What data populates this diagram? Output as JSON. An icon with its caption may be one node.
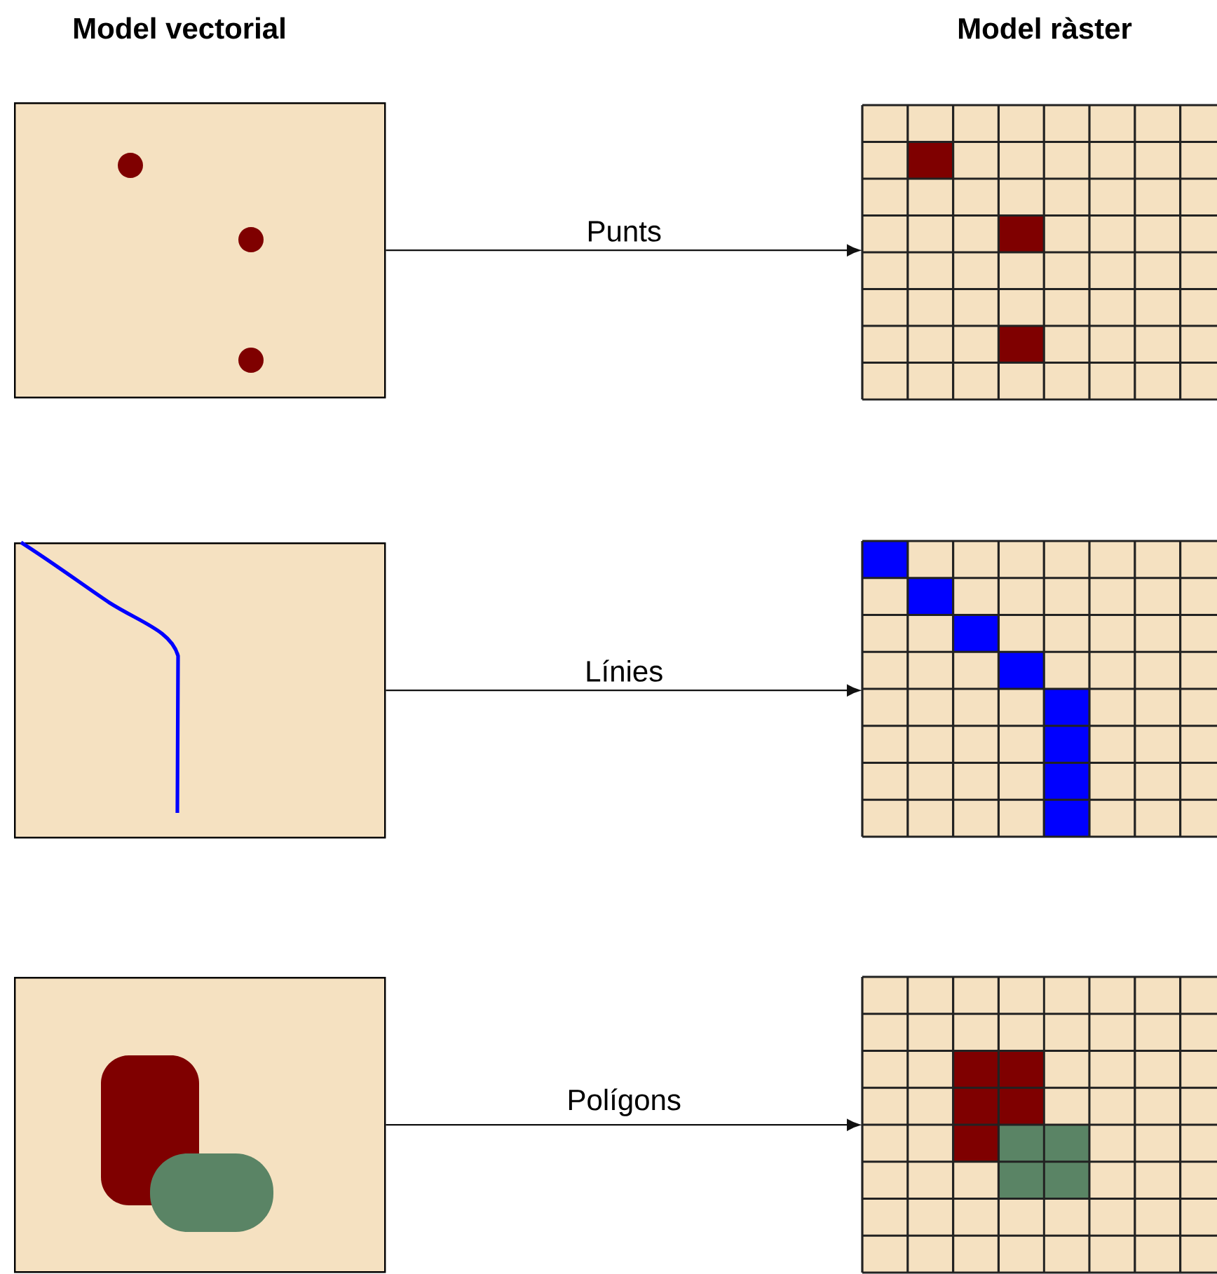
{
  "diagram": {
    "nodes": [
      {
        "text": [],
        "shape": "picture"
      },
      {
        "text": [],
        "shape": "picture"
      },
      {
        "text": [],
        "shape": "picture"
      },
      {
        "text": [],
        "shape": "picture"
      },
      {
        "text": [],
        "shape": "picture"
      },
      {
        "text": [],
        "shape": "picture"
      }
    ],
    "edges": [
      {
        "from": 0,
        "to": 1,
        "arrow": "to",
        "label": "Punts"
      },
      {
        "from": 2,
        "to": 3,
        "arrow": "to",
        "label": "Línies"
      },
      {
        "from": 4,
        "to": 5,
        "arrow": "to",
        "label": "Polígons"
      }
    ],
    "labels": [
      "Model vectorial",
      "Model ràster"
    ]
  }
}
